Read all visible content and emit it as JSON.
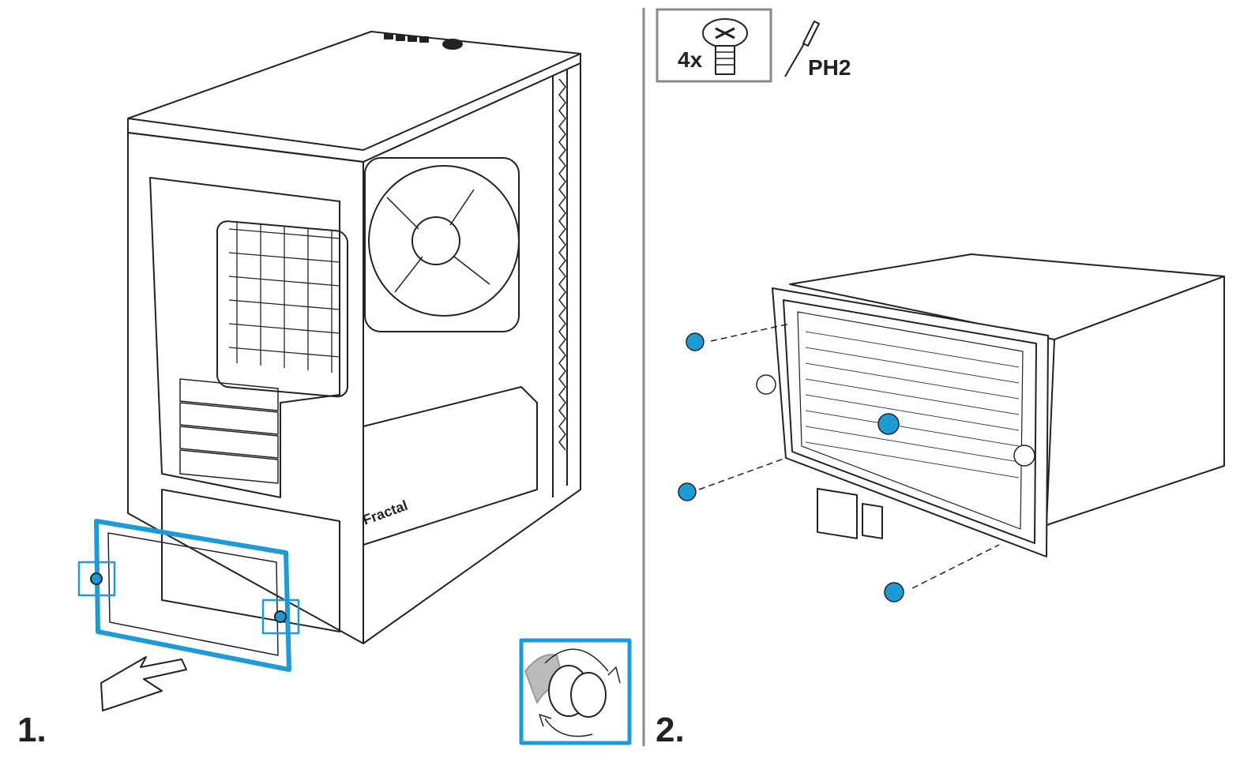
{
  "steps": [
    {
      "number": "1."
    },
    {
      "number": "2."
    }
  ],
  "parts": {
    "screw_quantity": "4x",
    "tool_label": "PH2"
  },
  "case_brand_logo": "Fractal",
  "colors": {
    "accent": "#1e9bd7",
    "line": "#222222",
    "divider": "#8a8a8a"
  }
}
